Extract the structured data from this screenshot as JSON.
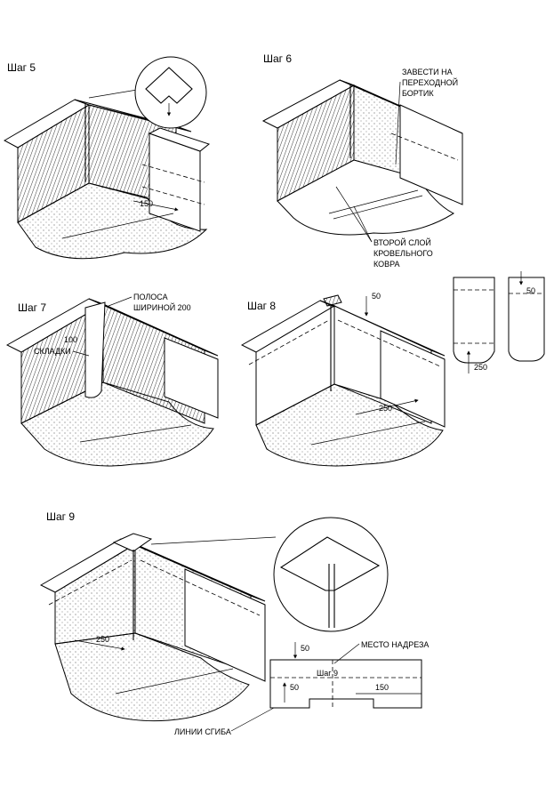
{
  "steps": {
    "s5": {
      "title": "Шаг 5",
      "dim_150": "150"
    },
    "s6": {
      "title": "Шаг 6",
      "note_lead": "ЗАВЕСТИ НА ПЕРЕХОДНОЙ БОРТИК",
      "note_lead_lines": [
        "ЗАВЕСТИ НА",
        "ПЕРЕХОДНОЙ",
        "БОРТИК"
      ],
      "note_layer_lines": [
        "ВТОРОЙ СЛОЙ",
        "КРОВЕЛЬНОГО",
        "КОВРА"
      ]
    },
    "s7": {
      "title": "Шаг 7",
      "strip_lines": [
        "ПОЛОСА",
        "ШИРИНОЙ 200"
      ],
      "dim_100": "100",
      "folds": "СКЛАДКИ"
    },
    "s8": {
      "title": "Шаг 8",
      "dim_50": "50",
      "dim_250": "250",
      "side_50": "50",
      "side_250": "250"
    },
    "s9": {
      "title": "Шаг 9",
      "dim_250": "250",
      "pattern_label": "Шаг 9",
      "cut_place": "МЕСТО НАДРЕЗА",
      "fold_lines": "ЛИНИИ СГИБА",
      "dim_50_top": "50",
      "dim_50_bottom": "50",
      "dim_150": "150"
    }
  }
}
